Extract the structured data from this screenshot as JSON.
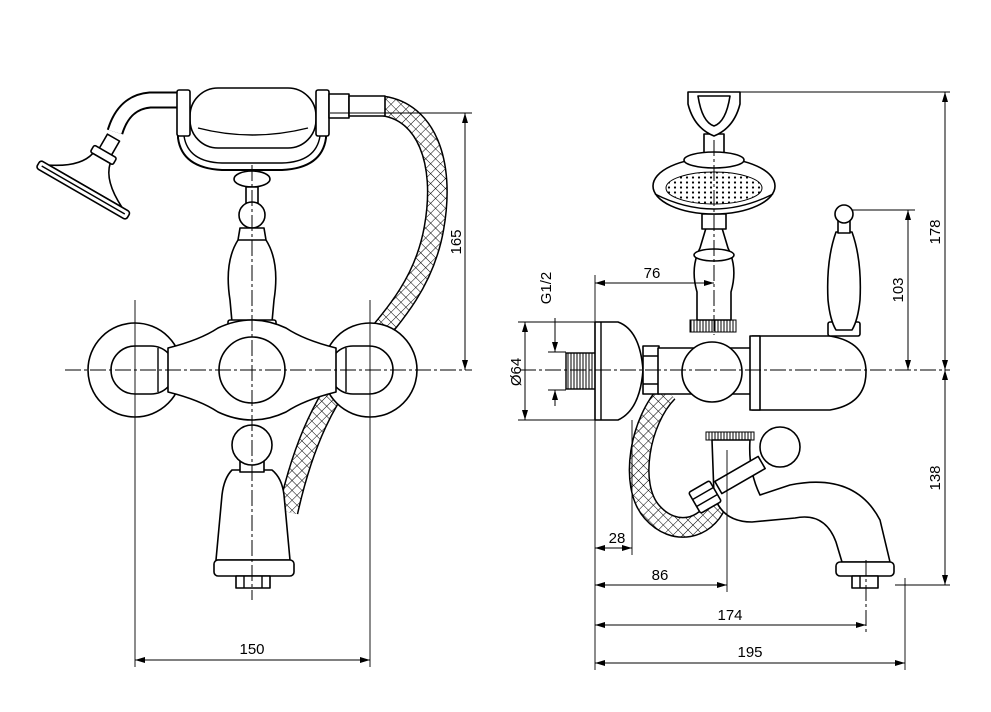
{
  "colors": {
    "line": "#000000",
    "background": "#ffffff"
  },
  "front_view": {
    "dimensions": {
      "handle_centres": "150",
      "height_to_handset": "165"
    }
  },
  "side_view": {
    "dimensions": {
      "thread": "G1/2",
      "wall_plate": "Ø64",
      "to_handset_axis": "76",
      "wall_plate_depth": "28",
      "to_diverter_axis": "86",
      "to_spout_outlet": "174",
      "overall_depth": "195",
      "lever_height": "103",
      "overall_height": "178",
      "spout_height": "138"
    }
  }
}
